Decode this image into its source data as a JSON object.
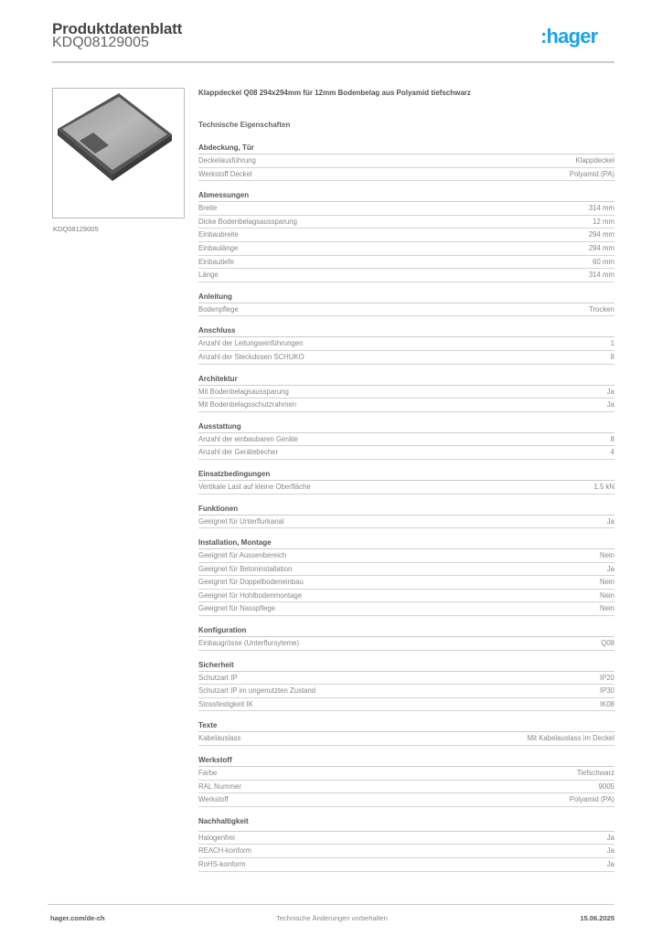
{
  "header": {
    "title": "Produktdatenblatt",
    "article_number": "KDQ08129005",
    "logo_text": ":hager",
    "logo_color": "#1aa3e8"
  },
  "product": {
    "image_caption": "KDQ08129005",
    "title": "Klappdeckel Q08 294x294mm für 12mm Bodenbelag aus Polyamid tiefschwarz",
    "section_title": "Technische Eigenschaften"
  },
  "groups": [
    {
      "name": "Abdeckung, Tür",
      "rows": [
        [
          "Deckelausführung",
          "Klappdeckel"
        ],
        [
          "Werkstoff Deckel",
          "Polyamid (PA)"
        ]
      ]
    },
    {
      "name": "Abmessungen",
      "rows": [
        [
          "Breite",
          "314 mm"
        ],
        [
          "Dicke Bodenbelagsaussparung",
          "12 mm"
        ],
        [
          "Einbaubreite",
          "294 mm"
        ],
        [
          "Einbaulänge",
          "294 mm"
        ],
        [
          "Einbautiefe",
          "60 mm"
        ],
        [
          "Länge",
          "314 mm"
        ]
      ]
    },
    {
      "name": "Anleitung",
      "rows": [
        [
          "Bodenpflege",
          "Trocken"
        ]
      ]
    },
    {
      "name": "Anschluss",
      "rows": [
        [
          "Anzahl der Leitungseinführungen",
          "1"
        ],
        [
          "Anzahl der Steckdosen SCHUKO",
          "8"
        ]
      ]
    },
    {
      "name": "Architektur",
      "rows": [
        [
          "Mit Bodenbelagsaussparung",
          "Ja"
        ],
        [
          "Mit Bodenbelagsschutzrahmen",
          "Ja"
        ]
      ]
    },
    {
      "name": "Ausstattung",
      "rows": [
        [
          "Anzahl der einbaubaren Geräte",
          "8"
        ],
        [
          "Anzahl der Gerätebecher",
          "4"
        ]
      ]
    },
    {
      "name": "Einsatzbedingungen",
      "rows": [
        [
          "Vertikale Last auf kleine Oberfläche",
          "1.5 kN"
        ]
      ]
    },
    {
      "name": "Funktionen",
      "rows": [
        [
          "Geeignet für Unterflurkanal",
          "Ja"
        ]
      ]
    },
    {
      "name": "Installation, Montage",
      "rows": [
        [
          "Geeignet für Aussenbereich",
          "Nein"
        ],
        [
          "Geeignet für Betoninstallation",
          "Ja"
        ],
        [
          "Geeignet für Doppelbodeneinbau",
          "Nein"
        ],
        [
          "Geeignet für Hohlbodenmontage",
          "Nein"
        ],
        [
          "Geeignet für Nasspflege",
          "Nein"
        ]
      ]
    },
    {
      "name": "Konfiguration",
      "rows": [
        [
          "Einbaugrösse (Unterflursyteme)",
          "Q08"
        ]
      ]
    },
    {
      "name": "Sicherheit",
      "rows": [
        [
          "Schutzart IP",
          "IP20"
        ],
        [
          "Schutzart IP im ungenutzten Zustand",
          "IP30"
        ],
        [
          "Stossfestigkeit IK",
          "IK08"
        ]
      ]
    },
    {
      "name": "Texte",
      "rows": [
        [
          "Kabelauslass",
          "Mit Kabelauslass im Deckel"
        ]
      ]
    },
    {
      "name": "Werkstoff",
      "rows": [
        [
          "Farbe",
          "Tiefschwarz"
        ],
        [
          "RAL Nummer",
          "9005"
        ],
        [
          "Werkstoff",
          "Polyamid (PA)"
        ]
      ]
    },
    {
      "name": "Nachhaltigkeit",
      "rows": [
        [
          "Halogenfrei",
          "Ja"
        ],
        [
          "REACH-konform",
          "Ja"
        ],
        [
          "RoHS-konform",
          "Ja"
        ]
      ]
    }
  ],
  "footer": {
    "website": "hager.com/de-ch",
    "note": "Technische Änderungen vorbehalten",
    "date": "15.06.2025"
  }
}
